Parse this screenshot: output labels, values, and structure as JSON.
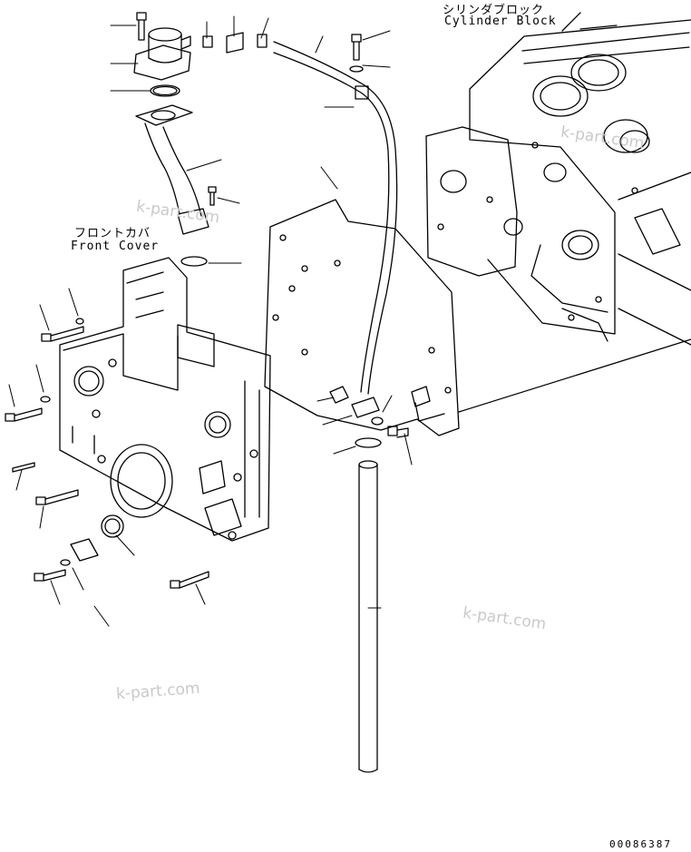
{
  "labels": {
    "cylinder_block_jp": "シリンダブロック",
    "cylinder_block_en": "Cylinder Block",
    "front_cover_jp": "フロントカバ",
    "front_cover_en": "Front Cover"
  },
  "watermarks": [
    "k-part.com",
    "k-part.com",
    "k-part.com",
    "k-part.com"
  ],
  "drawing_code": "00086387"
}
